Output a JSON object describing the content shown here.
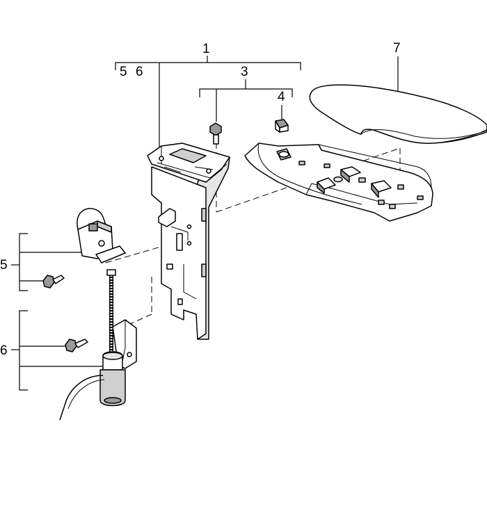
{
  "diagram": {
    "callouts": {
      "c1": "1",
      "c3": "3",
      "c4": "4",
      "c5_top": "5",
      "c6_top": "6",
      "c7": "7",
      "c5_side": "5",
      "c6_side": "6"
    },
    "colors": {
      "line": "#000000",
      "background": "#ffffff",
      "part_fill": "#ffffff",
      "shade_light": "#e6e6e6",
      "shade_mid": "#cfcfcf",
      "shade_dark": "#9a9a9a"
    }
  }
}
